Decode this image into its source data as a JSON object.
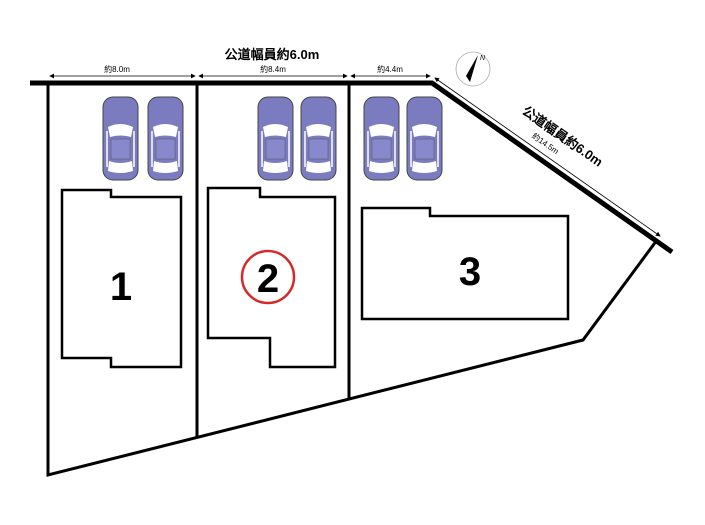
{
  "road_top": {
    "label": "公道幅員約6.0m"
  },
  "road_diagonal": {
    "label": "公道幅員約6.0m",
    "frontage": "約14.5m"
  },
  "frontages": [
    "約8.0m",
    "約8.4m",
    "約4.4m"
  ],
  "compass": {
    "label": "N"
  },
  "lots": [
    {
      "number": "1"
    },
    {
      "number": "2",
      "highlighted": true
    },
    {
      "number": "3"
    }
  ],
  "colors": {
    "car": "#7b7bc0",
    "highlight": "#d42a2a",
    "line": "#000000"
  }
}
